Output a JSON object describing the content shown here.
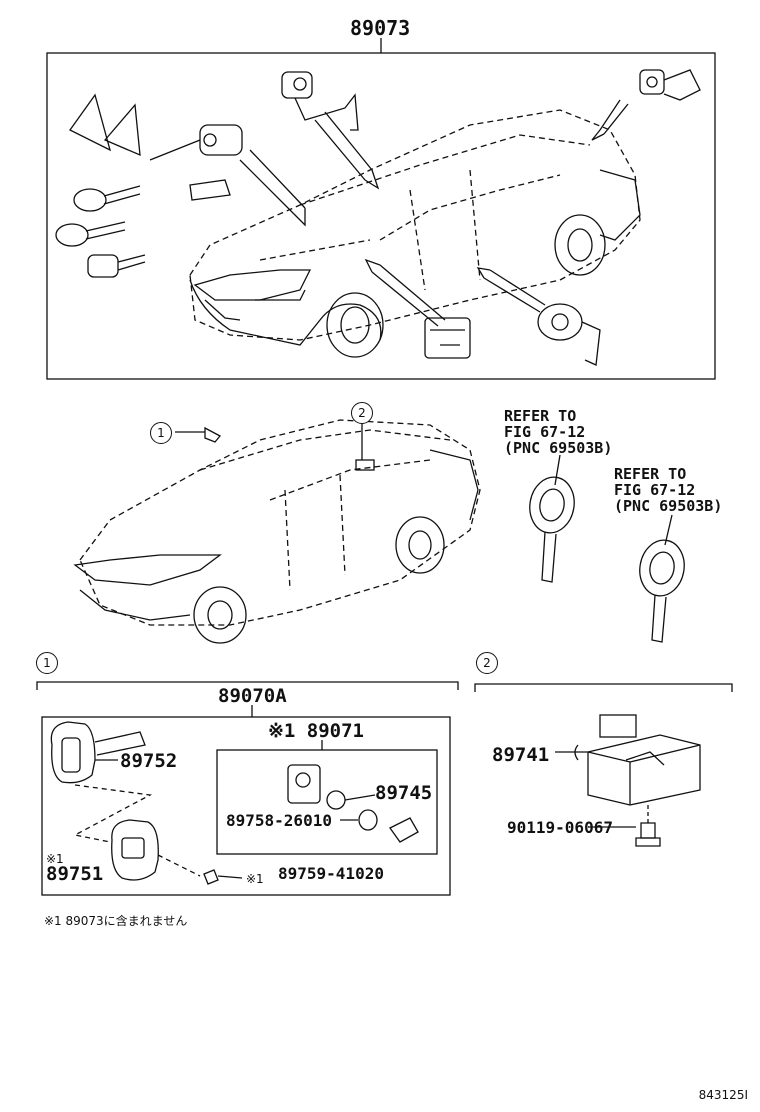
{
  "top": {
    "part_number": "89073"
  },
  "middle": {
    "callout_1": "1",
    "callout_2": "2",
    "refer_a": "REFER TO\nFIG 67-12\n(PNC 69503B)",
    "refer_b": "REFER TO\nFIG 67-12\n(PNC 69503B)"
  },
  "section1": {
    "circle": "1",
    "assembly": "89070A",
    "sub_assembly": "※1 89071",
    "p89752": "89752",
    "p89745": "89745",
    "p89758": "89758-26010",
    "p89751_mark": "※1",
    "p89751": "89751",
    "p89759_mark": "※1",
    "p89759": "89759-41020"
  },
  "section2": {
    "circle": "2",
    "p89741": "89741",
    "p90119": "90119-06067"
  },
  "footnote": "※1 89073に含まれません",
  "figure_id": "843125I"
}
